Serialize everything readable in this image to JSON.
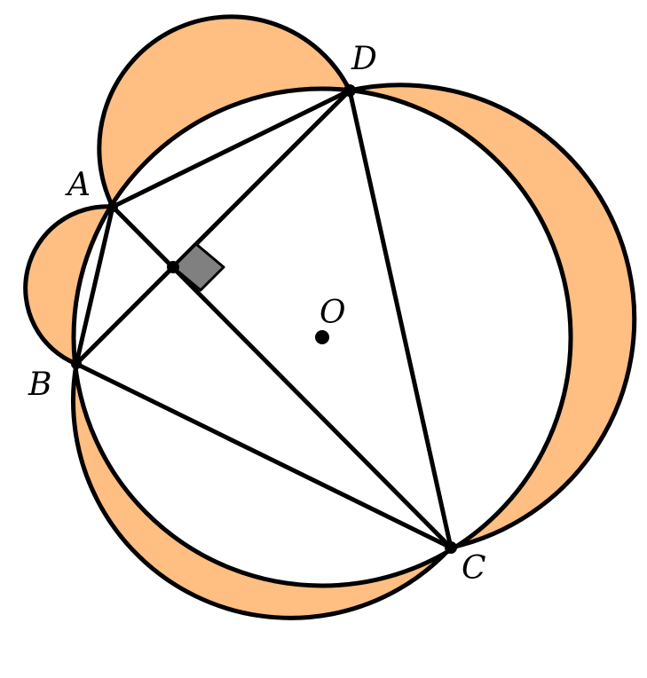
{
  "diagram": {
    "points": {
      "A": "A",
      "B": "B",
      "C": "C",
      "D": "D",
      "O": "O"
    },
    "colors": {
      "lune_fill": "#FFBE82",
      "stroke": "#000000",
      "right_angle_marker": "#808080",
      "background": "#FFFFFF"
    }
  }
}
